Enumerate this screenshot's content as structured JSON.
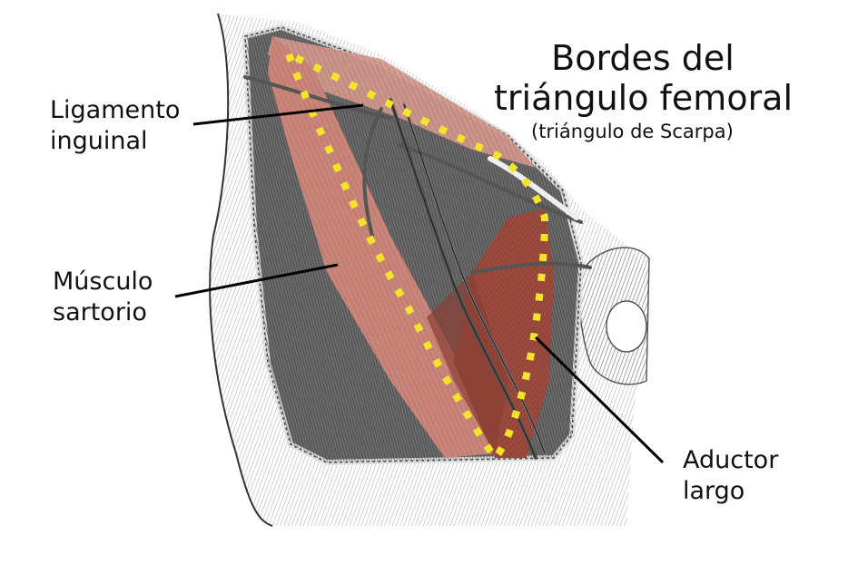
{
  "title": {
    "line1": "Bordes del",
    "line2": "triángulo femoral",
    "subtitle": "(triángulo de Scarpa)"
  },
  "labels": {
    "ligamento_line1": "Ligamento",
    "ligamento_line2": "inguinal",
    "sartorio_line1": "Músculo",
    "sartorio_line2": "sartorio",
    "aductor_line1": "Aductor",
    "aductor_line2": "largo"
  },
  "colors": {
    "muscle": "#c98579",
    "muscle_dark": "#9c4a3e",
    "border_dots": "#f3e32a",
    "engraving": "#4a4a4a",
    "background": "#ffffff"
  }
}
